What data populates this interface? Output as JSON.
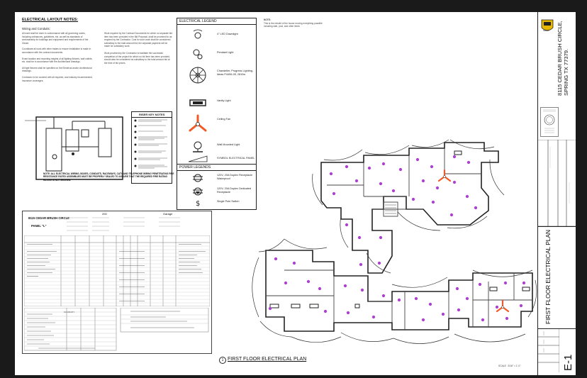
{
  "notes_block": {
    "title": "ELECTRICAL LAYOUT NOTES:",
    "subtitle": "Wiring and Conduits:",
    "items": [
      "All work shall be done in conformance with all governing codes, including ordinances, guidelines, etc. as well as standards of workmanship for buildings and equipment and requirements of the Owner.",
      "Coordinate all work with other trades to ensure installation is made in accordance with the contract documents.",
      "Exact location and mounting heights of all lighting fixtures, wall outlets, etc. shall be in accordance with the Architectural drawings.",
      "All light fixtures shall be specified on the Electrical and/or Architectural drawings.",
      "Contractor to be covered with all required, and industry recommended, insurance coverages."
    ],
    "items_right": [
      "Work required by the Contract Documents for which no separate bid item has been provided in the Bid Proposal, shall be provided for as required by the Contractor. Cost for such work shall be considered subsidiary to the total amount bid; the separate payment will be made for subsidiary work.",
      "Work provided by the Contractor to facilitate the successful completion of the project for which no bid item has been provided, should also be considered as subsidiary to the total amount bid at the time of bid prices."
    ]
  },
  "legend": {
    "title": "ELECTRICAL LEGEND",
    "items": [
      {
        "icon": "downlight-icon",
        "label": "4\" LED Downlight"
      },
      {
        "icon": "pendant-light-icon",
        "label": "Pendant Light"
      },
      {
        "icon": "chandelier-icon",
        "label": "Chandelier, Progress Lighting, Ideas P4406-09, 2810w"
      },
      {
        "icon": "vanity-light-icon",
        "label": "Vanity Light"
      },
      {
        "icon": "ceiling-fan-icon",
        "label": "Ceiling Fan"
      },
      {
        "icon": "wall-light-icon",
        "label": "Wall Mounted Light"
      },
      {
        "icon": "electrical-panel-icon",
        "label": "SYMBOL ELECTRICAL PANEL"
      }
    ]
  },
  "power_legend": {
    "title": "POWER LEGENDS",
    "items": [
      {
        "icon": "receptacle-icon",
        "label": "120V, 20A Duplex Receptacle Waterproof"
      },
      {
        "icon": "dedicated-receptacle-icon",
        "label": "120V, 20A Duplex Dedicated Receptacle"
      },
      {
        "icon": "switch-icon",
        "label": "Single Pole Switch"
      }
    ]
  },
  "top_note": {
    "label": "NOTE:",
    "text": "This is the rebuild of the house moving everything possible including slab, pool, and other items"
  },
  "riser_notes": {
    "title": "RISER KEY NOTES",
    "general_note": "NOTE: ALL ELECTRICAL WIRING, BOXES, CONDUITS, RACEWAYS, CATV AND TELEPHONE WIRING PENETRATING FIRE RESISTANCE RATED ASSEMBLIES MUST BE PROPERLY SEALED TO ASSURE THAT THE REQUIRED FIRE RATING RATING IS NOT BROKEN."
  },
  "panel": {
    "project_name": "8115 CEDAR BRUSH CIRCLE",
    "panel_name": "PANEL \"L\"",
    "amps": "200",
    "location": "Garage",
    "summary": "SUMMARY"
  },
  "plan": {
    "title": "FIRST FLOOR ELECTRICAL PLAN",
    "scale": "SCALE : 3/16\" = 1'-0\""
  },
  "title_block": {
    "address": "8115 CEDAR BRUSH CIRCLE, SPRING TX 77379.",
    "sheet_title": "FIRST FLOOR ELECTRICAL PLAN",
    "sheet_number": "E-1"
  },
  "colors": {
    "fixture": "#b03cd8",
    "fan": "#f05a28",
    "line": "#222222"
  }
}
